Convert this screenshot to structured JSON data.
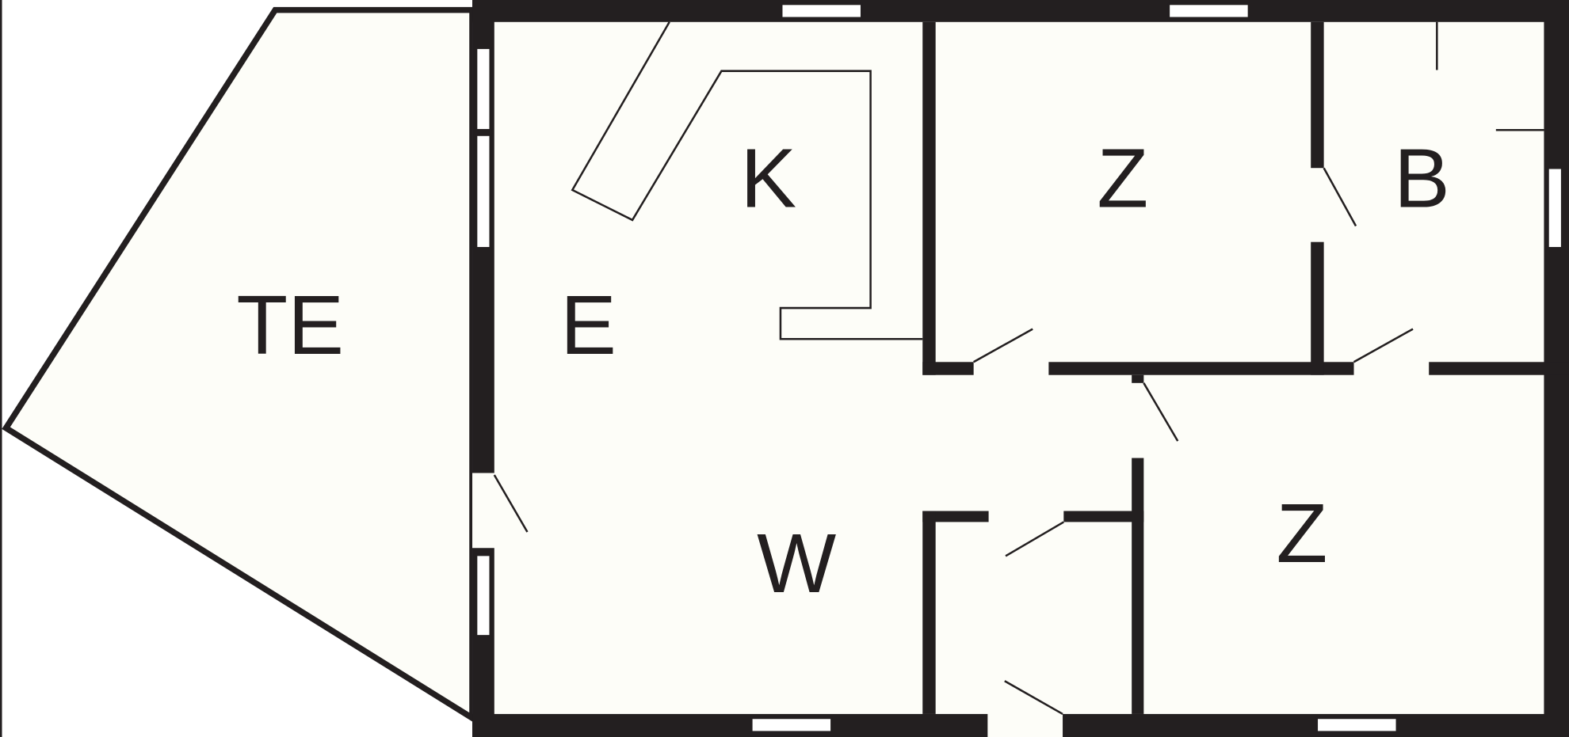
{
  "floor_plan": {
    "rooms": [
      {
        "id": "terrace",
        "label": "TE"
      },
      {
        "id": "entrance",
        "label": "E"
      },
      {
        "id": "kitchen",
        "label": "K"
      },
      {
        "id": "bedroom1",
        "label": "Z"
      },
      {
        "id": "bathroom",
        "label": "B"
      },
      {
        "id": "living",
        "label": "W"
      },
      {
        "id": "bedroom2",
        "label": "Z"
      }
    ],
    "colors": {
      "wall": "#231f20",
      "floor": "#fdfdf8",
      "background": "#ffffff"
    }
  }
}
